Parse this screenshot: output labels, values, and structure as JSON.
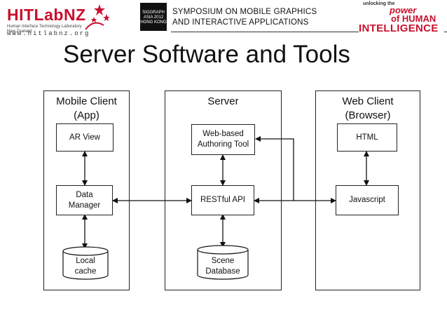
{
  "header": {
    "left_logo": {
      "wordmark": "HITLabNZ",
      "tagline": "Human Interface Technology Laboratory New Zealand",
      "website": "www.hitlabnz.org",
      "accent_color": "#c8102e"
    },
    "siggraph_logo": {
      "lines": [
        "SIGGRAPH",
        "ASIA 2012",
        "HONG KONG"
      ]
    },
    "symposium": {
      "line1": "SYMPOSIUM ON MOBILE GRAPHICS",
      "line2": "AND INTERACTIVE APPLICATIONS"
    },
    "right_logo": {
      "line1": "unlocking the",
      "line2": "power",
      "line3": "of HUMAN",
      "line4": "INTELLIGENCE",
      "accent_color": "#c8102e"
    }
  },
  "title": "Server Software and Tools",
  "diagram": {
    "columns": [
      {
        "id": "mobile",
        "title_line1": "Mobile Client",
        "title_line2": "(App)"
      },
      {
        "id": "server",
        "title_line1": "Server",
        "title_line2": ""
      },
      {
        "id": "web",
        "title_line1": "Web Client",
        "title_line2": "(Browser)"
      }
    ],
    "nodes": {
      "ar_view": "AR View",
      "data_manager": "Data\nManager",
      "local_cache": "Local\ncache",
      "authoring_tool": "Web-based\nAuthoring Tool",
      "restful_api": "RESTful API",
      "scene_database": "Scene\nDatabase",
      "html": "HTML",
      "javascript": "Javascript"
    },
    "edges": [
      {
        "from": "ar_view",
        "to": "data_manager",
        "directed": "both"
      },
      {
        "from": "data_manager",
        "to": "local_cache",
        "directed": "both"
      },
      {
        "from": "authoring_tool",
        "to": "restful_api",
        "directed": "both"
      },
      {
        "from": "restful_api",
        "to": "scene_database",
        "directed": "both"
      },
      {
        "from": "html",
        "to": "javascript",
        "directed": "both"
      },
      {
        "from": "data_manager",
        "to": "restful_api",
        "directed": "both"
      },
      {
        "from": "restful_api",
        "to": "javascript",
        "directed": "both"
      },
      {
        "from": "authoring_tool",
        "to": "javascript",
        "directed": "to-source"
      }
    ]
  }
}
